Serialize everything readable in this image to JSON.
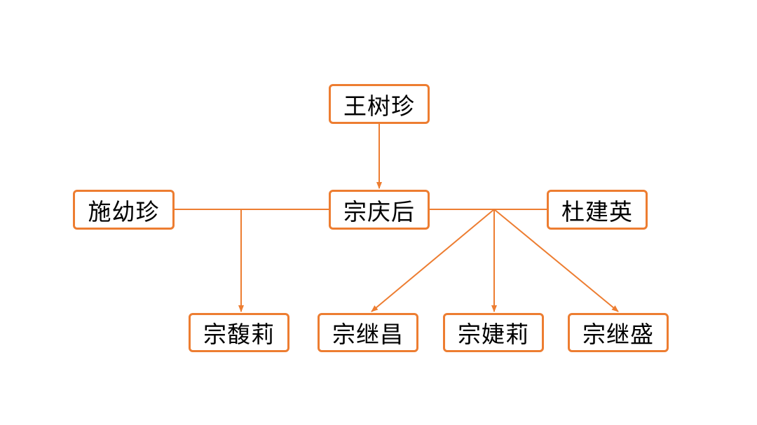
{
  "colors": {
    "accent": "#ED7D31",
    "text": "#000000",
    "background": "#FFFFFF"
  },
  "nodes": {
    "wang_shuzhen": "王树珍",
    "shi_youzhen": "施幼珍",
    "zong_qinghou": "宗庆后",
    "du_jianying": "杜建英",
    "zong_fuli": "宗馥莉",
    "zong_jichang": "宗继昌",
    "zong_jieli": "宗婕莉",
    "zong_jisheng": "宗继盛"
  },
  "edges": [
    {
      "from": "王树珍",
      "to": "宗庆后",
      "kind": "parent-child"
    },
    {
      "from": "施幼珍",
      "to": "宗庆后",
      "kind": "partnership"
    },
    {
      "from": "宗庆后",
      "to": "杜建英",
      "kind": "partnership"
    },
    {
      "from": "施幼珍 + 宗庆后",
      "to": "宗馥莉",
      "kind": "parent-child"
    },
    {
      "from": "宗庆后 + 杜建英",
      "to": "宗继昌",
      "kind": "parent-child"
    },
    {
      "from": "宗庆后 + 杜建英",
      "to": "宗婕莉",
      "kind": "parent-child"
    },
    {
      "from": "宗庆后 + 杜建英",
      "to": "宗继盛",
      "kind": "parent-child"
    }
  ]
}
